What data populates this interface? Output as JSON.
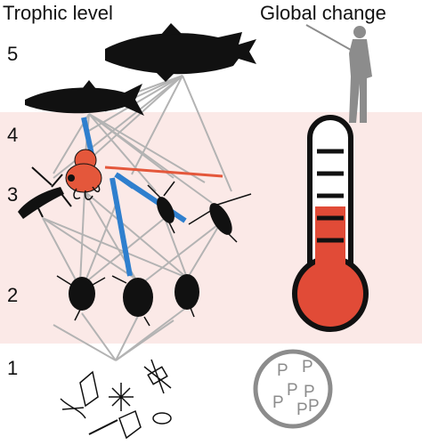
{
  "headings": {
    "left": "Trophic level",
    "right": "Global change"
  },
  "levels": [
    "5",
    "4",
    "3",
    "2",
    "1"
  ],
  "nutrient_letter": "P",
  "colors": {
    "band": "#fbe9e7",
    "web_link": "#b3b3b3",
    "strong_link": "#2f7fce",
    "invader": "#e4573b",
    "thermo_fill": "#e14b37",
    "human": "#8c8c8c"
  },
  "icons": {
    "top_predator": "fish-icon",
    "planktivore": "fish-icon",
    "invader": "invasive-zooplankter-icon",
    "fisher": "angler-icon",
    "temperature": "thermometer-icon",
    "nutrients": "phosphorus-icon"
  }
}
